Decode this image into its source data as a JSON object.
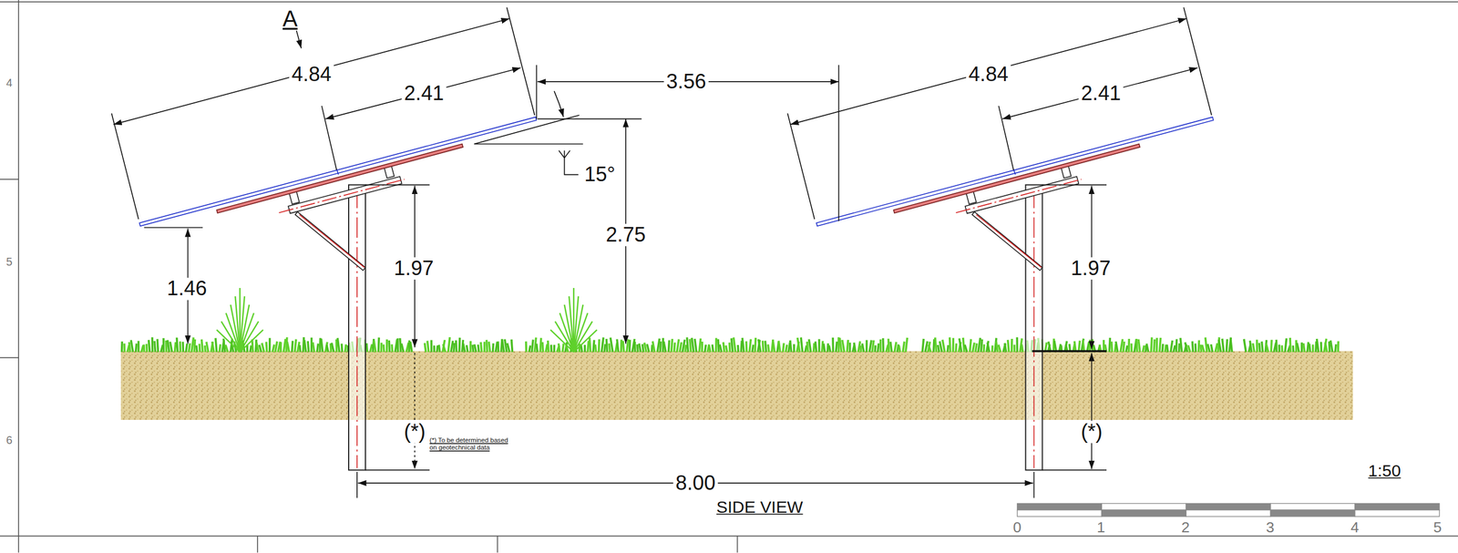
{
  "diagram": {
    "labels": [
      "A",
      "4.84",
      "2.41",
      "3.56",
      "15°",
      "2.75",
      "1.46",
      "1.97",
      "(*)",
      "(*) To be determined based on geotechnical data",
      "4.84",
      "2.41",
      "1.97",
      "(*)",
      "8.00",
      "SIDE VIEW",
      "1:50",
      "0",
      "1",
      "2",
      "3",
      "4",
      "5",
      "4",
      "5",
      "6"
    ]
  }
}
